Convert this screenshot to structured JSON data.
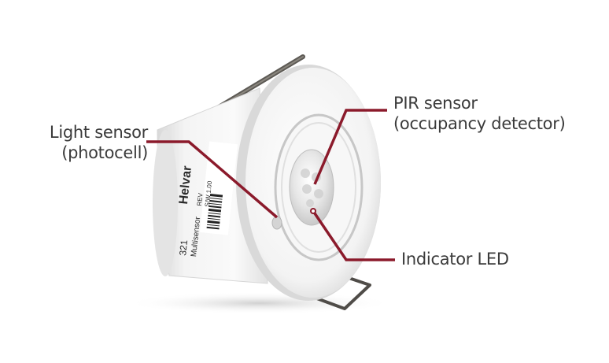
{
  "callouts": {
    "light_sensor": {
      "line1": "Light sensor",
      "line2": "(photocell)"
    },
    "pir_sensor": {
      "line1": "PIR sensor",
      "line2": "(occupancy detector)"
    },
    "indicator_led": {
      "line1": "Indicator LED"
    }
  },
  "device_lettering": {
    "brand": "Helvar",
    "model": "321",
    "product": "Multisensor",
    "rev": "REV",
    "sw": "S/W 1.00"
  },
  "colors": {
    "leader_line": "#8b1a2b",
    "body": "#f1f1f1",
    "text": "#3a3a3a"
  }
}
